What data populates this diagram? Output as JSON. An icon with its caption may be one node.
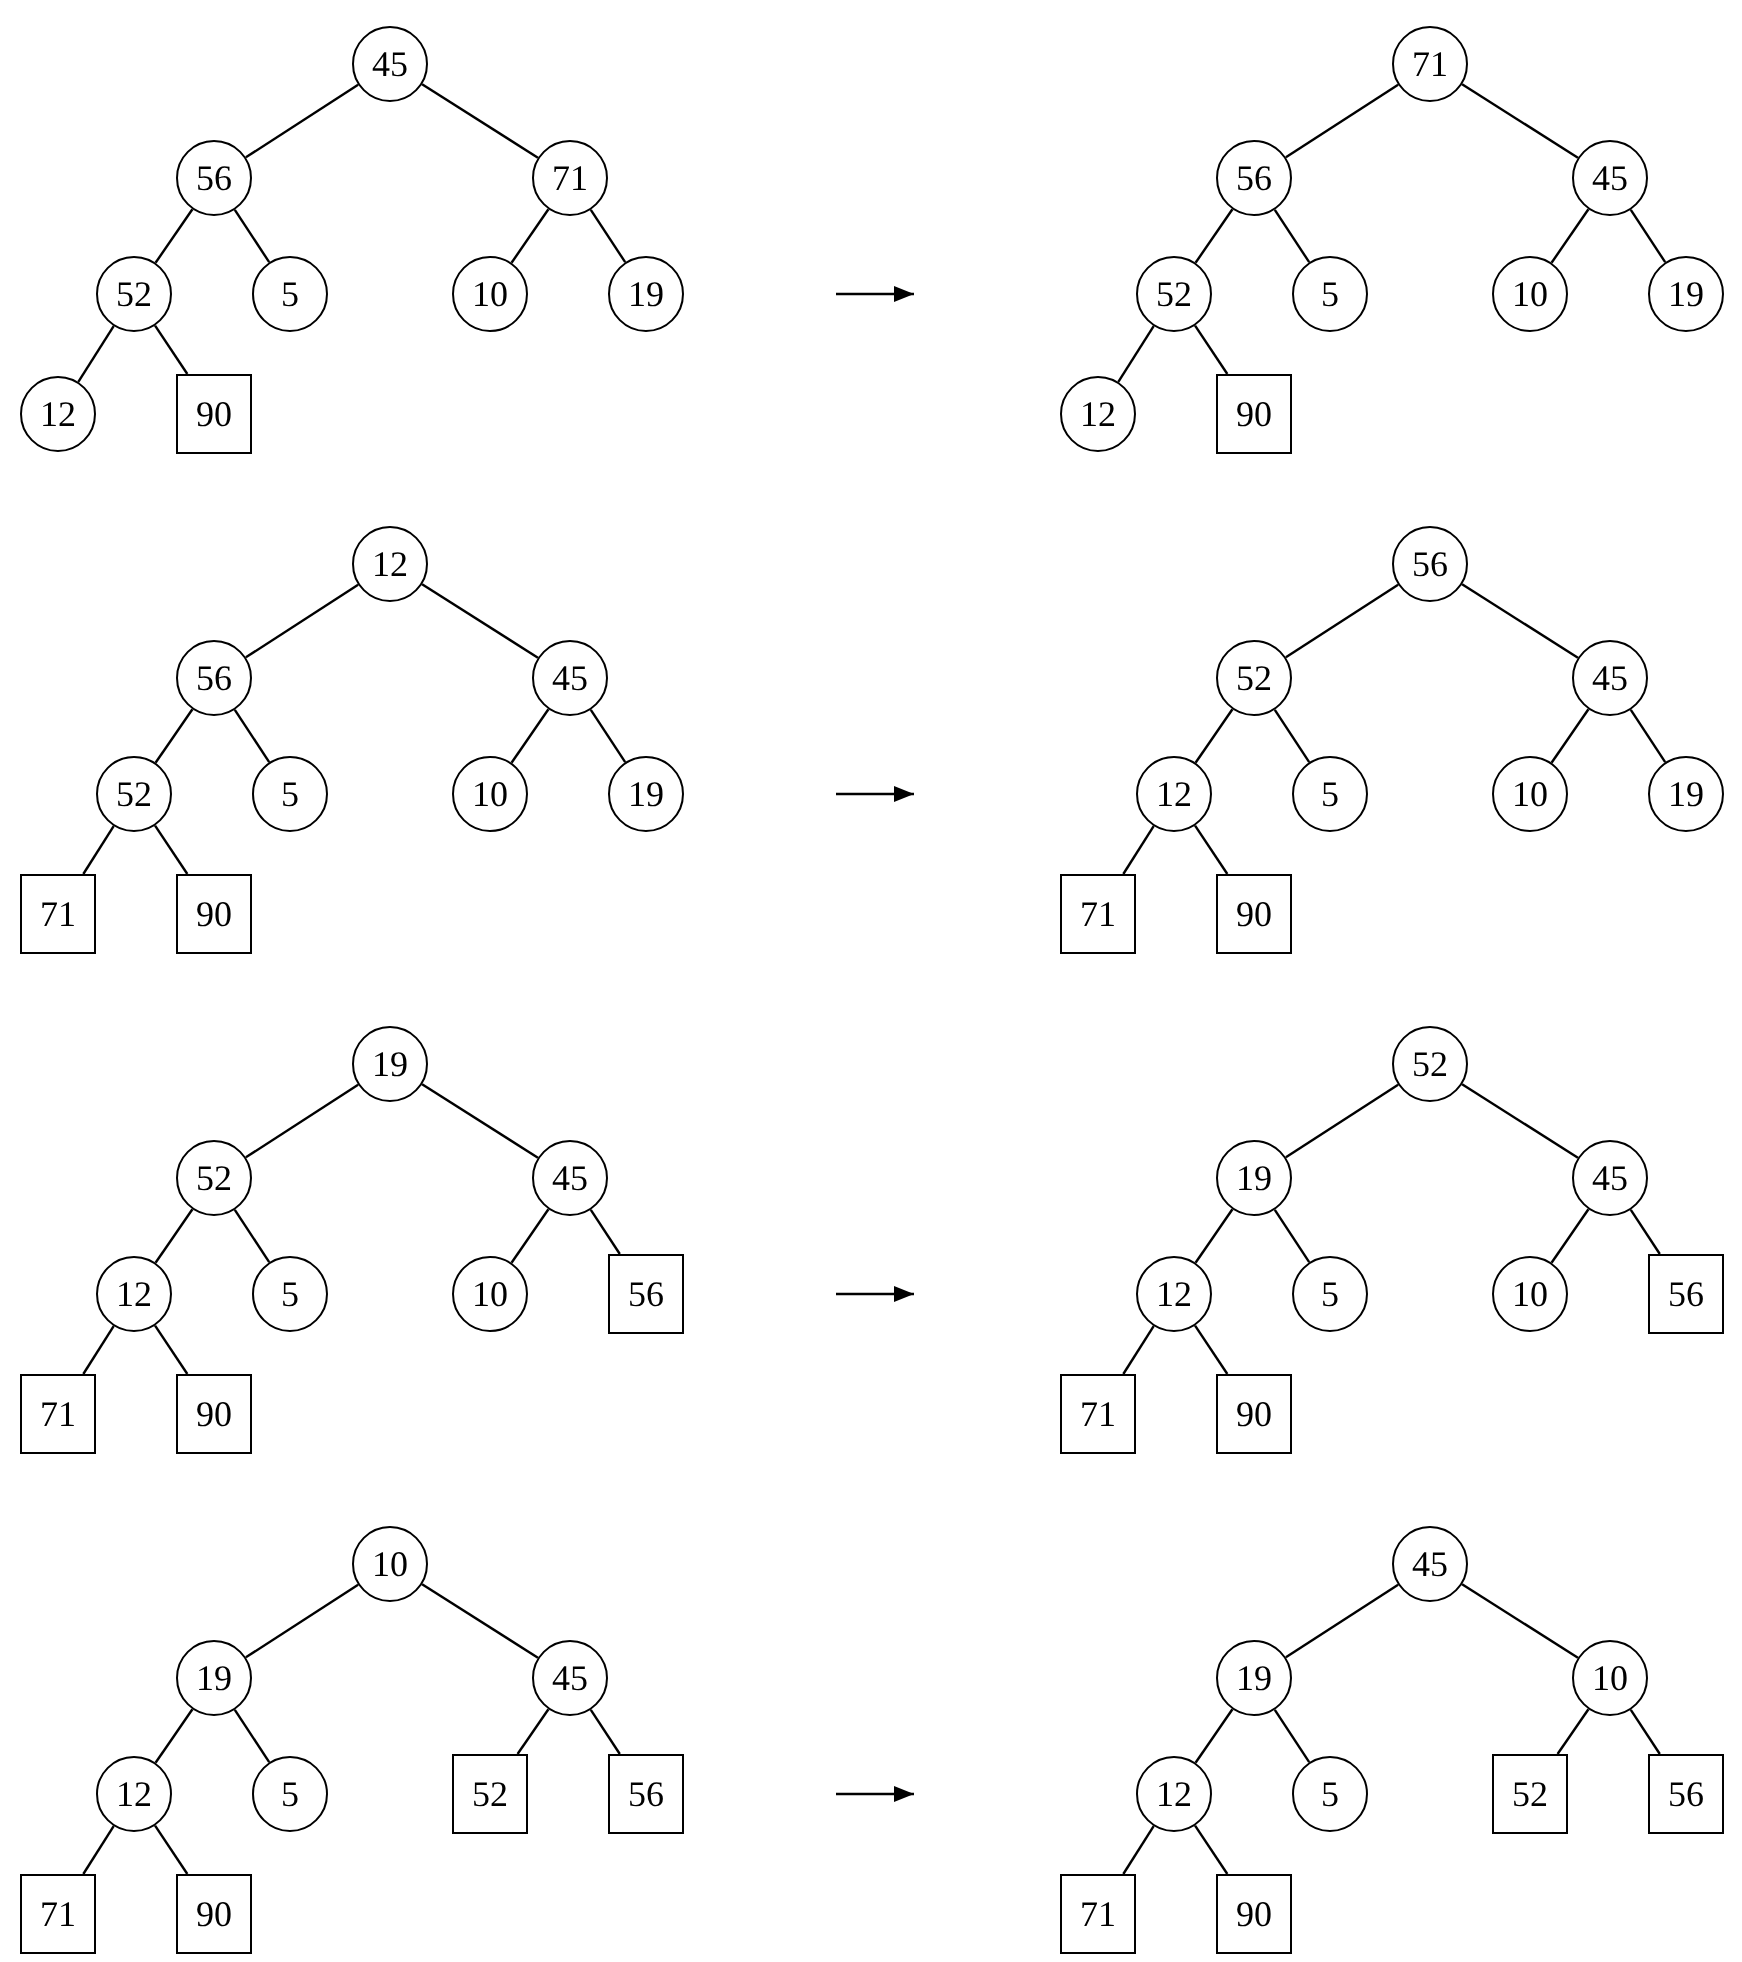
{
  "diagram": {
    "nodes": [
      {
        "text": [
          "45"
        ]
      },
      {
        "text": [
          "56"
        ]
      },
      {
        "text": [
          "71"
        ]
      },
      {
        "text": [
          "52"
        ]
      },
      {
        "text": [
          "5"
        ]
      },
      {
        "text": [
          "10"
        ]
      },
      {
        "text": [
          "19"
        ]
      },
      {
        "text": [
          "12"
        ]
      },
      {
        "text": [
          "90"
        ]
      },
      {
        "text": [
          "71"
        ]
      },
      {
        "text": [
          "56"
        ]
      },
      {
        "text": [
          "45"
        ]
      },
      {
        "text": [
          "52"
        ]
      },
      {
        "text": [
          "5"
        ]
      },
      {
        "text": [
          "10"
        ]
      },
      {
        "text": [
          "19"
        ]
      },
      {
        "text": [
          "12"
        ]
      },
      {
        "text": [
          "90"
        ]
      },
      {
        "text": [
          "12"
        ]
      },
      {
        "text": [
          "56"
        ]
      },
      {
        "text": [
          "45"
        ]
      },
      {
        "text": [
          "52"
        ]
      },
      {
        "text": [
          "5"
        ]
      },
      {
        "text": [
          "10"
        ]
      },
      {
        "text": [
          "19"
        ]
      },
      {
        "text": [
          "71"
        ]
      },
      {
        "text": [
          "90"
        ]
      },
      {
        "text": [
          "56"
        ]
      },
      {
        "text": [
          "52"
        ]
      },
      {
        "text": [
          "45"
        ]
      },
      {
        "text": [
          "12"
        ]
      },
      {
        "text": [
          "5"
        ]
      },
      {
        "text": [
          "10"
        ]
      },
      {
        "text": [
          "19"
        ]
      },
      {
        "text": [
          "71"
        ]
      },
      {
        "text": [
          "90"
        ]
      },
      {
        "text": [
          "19"
        ]
      },
      {
        "text": [
          "52"
        ]
      },
      {
        "text": [
          "45"
        ]
      },
      {
        "text": [
          "12"
        ]
      },
      {
        "text": [
          "5"
        ]
      },
      {
        "text": [
          "10"
        ]
      },
      {
        "text": [
          "56"
        ]
      },
      {
        "text": [
          "71"
        ]
      },
      {
        "text": [
          "90"
        ]
      },
      {
        "text": [
          "52"
        ]
      },
      {
        "text": [
          "19"
        ]
      },
      {
        "text": [
          "45"
        ]
      },
      {
        "text": [
          "12"
        ]
      },
      {
        "text": [
          "5"
        ]
      },
      {
        "text": [
          "10"
        ]
      },
      {
        "text": [
          "56"
        ]
      },
      {
        "text": [
          "71"
        ]
      },
      {
        "text": [
          "90"
        ]
      },
      {
        "text": [
          "10"
        ]
      },
      {
        "text": [
          "19"
        ]
      },
      {
        "text": [
          "45"
        ]
      },
      {
        "text": [
          "12"
        ]
      },
      {
        "text": [
          "5"
        ]
      },
      {
        "text": [
          "52"
        ]
      },
      {
        "text": [
          "56"
        ]
      },
      {
        "text": [
          "71"
        ]
      },
      {
        "text": [
          "90"
        ]
      },
      {
        "text": [
          "45"
        ]
      },
      {
        "text": [
          "19"
        ]
      },
      {
        "text": [
          "10"
        ]
      },
      {
        "text": [
          "12"
        ]
      },
      {
        "text": [
          "5"
        ]
      },
      {
        "text": [
          "52"
        ]
      },
      {
        "text": [
          "56"
        ]
      },
      {
        "text": [
          "71"
        ]
      },
      {
        "text": [
          "90"
        ]
      }
    ],
    "edges": [
      {
        "from": 0,
        "to": 1,
        "arrow": "none"
      },
      {
        "from": 0,
        "to": 2,
        "arrow": "none"
      },
      {
        "from": 1,
        "to": 3,
        "arrow": "none"
      },
      {
        "from": 1,
        "to": 4,
        "arrow": "none"
      },
      {
        "from": 2,
        "to": 5,
        "arrow": "none"
      },
      {
        "from": 2,
        "to": 6,
        "arrow": "none"
      },
      {
        "from": 3,
        "to": 7,
        "arrow": "none"
      },
      {
        "from": 3,
        "to": 8,
        "arrow": "none"
      },
      {
        "from": 9,
        "to": 10,
        "arrow": "none"
      },
      {
        "from": 9,
        "to": 11,
        "arrow": "none"
      },
      {
        "from": 10,
        "to": 12,
        "arrow": "none"
      },
      {
        "from": 10,
        "to": 13,
        "arrow": "none"
      },
      {
        "from": 11,
        "to": 14,
        "arrow": "none"
      },
      {
        "from": 11,
        "to": 15,
        "arrow": "none"
      },
      {
        "from": 12,
        "to": 16,
        "arrow": "none"
      },
      {
        "from": 12,
        "to": 17,
        "arrow": "none"
      },
      {
        "from": 18,
        "to": 19,
        "arrow": "none"
      },
      {
        "from": 18,
        "to": 20,
        "arrow": "none"
      },
      {
        "from": 19,
        "to": 21,
        "arrow": "none"
      },
      {
        "from": 19,
        "to": 22,
        "arrow": "none"
      },
      {
        "from": 20,
        "to": 23,
        "arrow": "none"
      },
      {
        "from": 20,
        "to": 24,
        "arrow": "none"
      },
      {
        "from": 21,
        "to": 25,
        "arrow": "none"
      },
      {
        "from": 21,
        "to": 26,
        "arrow": "none"
      },
      {
        "from": 27,
        "to": 28,
        "arrow": "none"
      },
      {
        "from": 27,
        "to": 29,
        "arrow": "none"
      },
      {
        "from": 28,
        "to": 30,
        "arrow": "none"
      },
      {
        "from": 28,
        "to": 31,
        "arrow": "none"
      },
      {
        "from": 29,
        "to": 32,
        "arrow": "none"
      },
      {
        "from": 29,
        "to": 33,
        "arrow": "none"
      },
      {
        "from": 30,
        "to": 34,
        "arrow": "none"
      },
      {
        "from": 30,
        "to": 35,
        "arrow": "none"
      },
      {
        "from": 36,
        "to": 37,
        "arrow": "none"
      },
      {
        "from": 36,
        "to": 38,
        "arrow": "none"
      },
      {
        "from": 37,
        "to": 39,
        "arrow": "none"
      },
      {
        "from": 37,
        "to": 40,
        "arrow": "none"
      },
      {
        "from": 38,
        "to": 41,
        "arrow": "none"
      },
      {
        "from": 38,
        "to": 42,
        "arrow": "none"
      },
      {
        "from": 39,
        "to": 43,
        "arrow": "none"
      },
      {
        "from": 39,
        "to": 44,
        "arrow": "none"
      },
      {
        "from": 45,
        "to": 46,
        "arrow": "none"
      },
      {
        "from": 45,
        "to": 47,
        "arrow": "none"
      },
      {
        "from": 46,
        "to": 48,
        "arrow": "none"
      },
      {
        "from": 46,
        "to": 49,
        "arrow": "none"
      },
      {
        "from": 47,
        "to": 50,
        "arrow": "none"
      },
      {
        "from": 47,
        "to": 51,
        "arrow": "none"
      },
      {
        "from": 48,
        "to": 52,
        "arrow": "none"
      },
      {
        "from": 48,
        "to": 53,
        "arrow": "none"
      },
      {
        "from": 54,
        "to": 55,
        "arrow": "none"
      },
      {
        "from": 54,
        "to": 56,
        "arrow": "none"
      },
      {
        "from": 55,
        "to": 57,
        "arrow": "none"
      },
      {
        "from": 55,
        "to": 58,
        "arrow": "none"
      },
      {
        "from": 56,
        "to": 59,
        "arrow": "none"
      },
      {
        "from": 56,
        "to": 60,
        "arrow": "none"
      },
      {
        "from": 57,
        "to": 61,
        "arrow": "none"
      },
      {
        "from": 57,
        "to": 62,
        "arrow": "none"
      },
      {
        "from": 63,
        "to": 64,
        "arrow": "none"
      },
      {
        "from": 63,
        "to": 65,
        "arrow": "none"
      },
      {
        "from": 64,
        "to": 66,
        "arrow": "none"
      },
      {
        "from": 64,
        "to": 67,
        "arrow": "none"
      },
      {
        "from": 65,
        "to": 68,
        "arrow": "none"
      },
      {
        "from": 65,
        "to": 69,
        "arrow": "none"
      },
      {
        "from": 66,
        "to": 70,
        "arrow": "none"
      },
      {
        "from": 66,
        "to": 71,
        "arrow": "none"
      }
    ]
  }
}
